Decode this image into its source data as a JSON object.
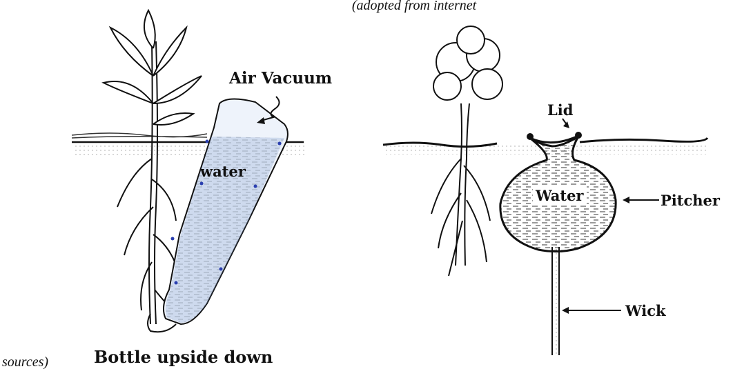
{
  "caption": {
    "top": "(adopted from internet",
    "bottom_left": "sources)"
  },
  "left_diagram": {
    "label_air": "Air Vacuum",
    "label_water": "water",
    "caption": "Bottle upside down"
  },
  "right_diagram": {
    "label_lid": "Lid",
    "label_water": "Water",
    "label_pitcher": "Pitcher",
    "label_wick": "Wick"
  },
  "colors": {
    "ink": "#111111",
    "water_blue": "#6f8fc7",
    "dot_blue": "#2a3fb0",
    "soil": "#9a9a9a"
  }
}
